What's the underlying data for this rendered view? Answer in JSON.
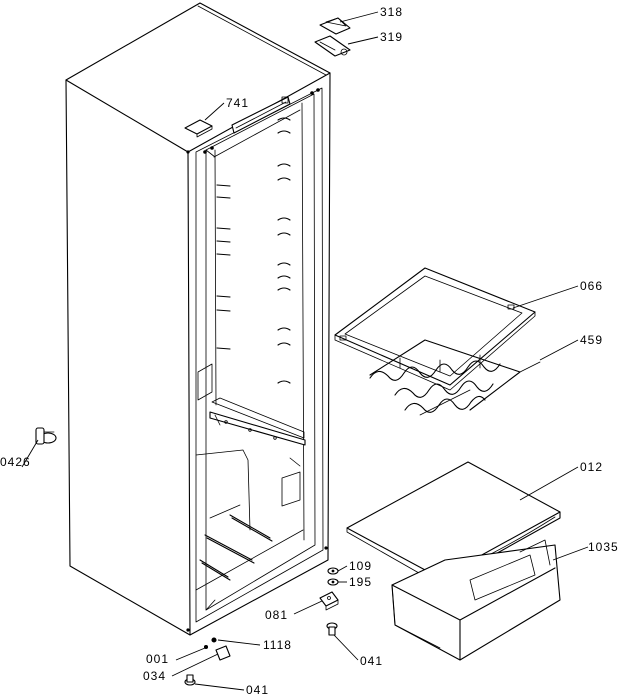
{
  "diagram": {
    "parts": [
      {
        "id": "318"
      },
      {
        "id": "319"
      },
      {
        "id": "741"
      },
      {
        "id": "066"
      },
      {
        "id": "459"
      },
      {
        "id": "012"
      },
      {
        "id": "1035"
      },
      {
        "id": "0426"
      },
      {
        "id": "109"
      },
      {
        "id": "195"
      },
      {
        "id": "081"
      },
      {
        "id": "1118"
      },
      {
        "id": "001"
      },
      {
        "id": "034"
      },
      {
        "id": "041a",
        "label": "041"
      },
      {
        "id": "041b",
        "label": "041"
      }
    ]
  }
}
